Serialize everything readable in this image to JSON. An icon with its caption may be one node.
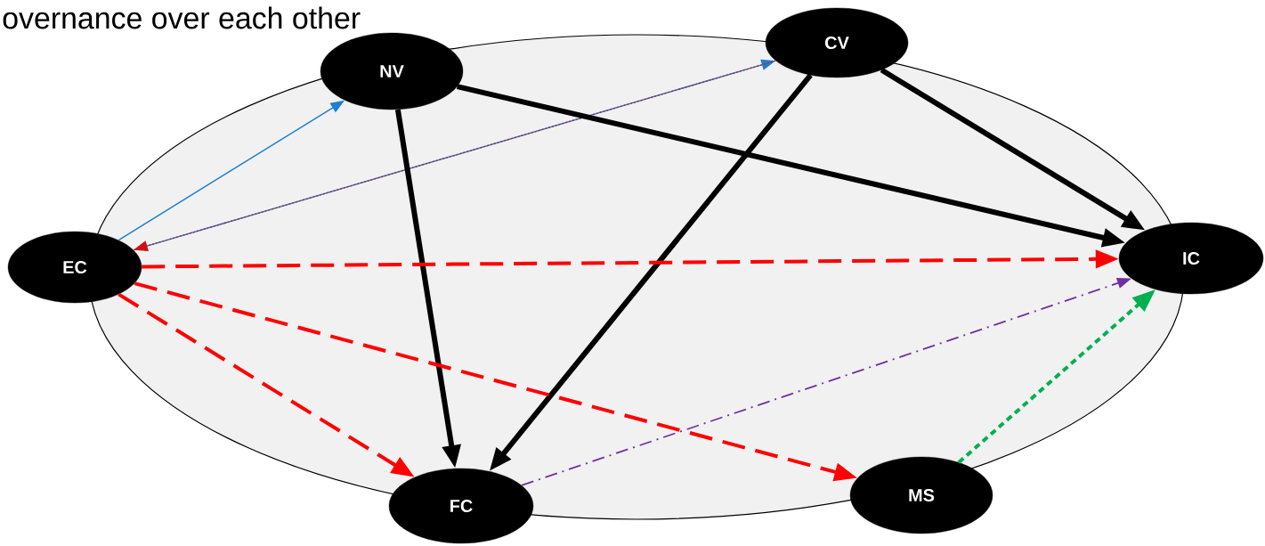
{
  "diagram": {
    "title": "overnance over each other",
    "nodes": [
      {
        "text": [
          "EC"
        ]
      },
      {
        "text": [
          "NV"
        ]
      },
      {
        "text": [
          "CV"
        ]
      },
      {
        "text": [
          "IC"
        ]
      },
      {
        "text": [
          "FC"
        ]
      },
      {
        "text": [
          "MS"
        ]
      }
    ],
    "edges": [
      {
        "from": 0,
        "to": 1,
        "arrow": "to",
        "color": "#1f7fd0"
      },
      {
        "from": 0,
        "to": 2,
        "arrow": "to",
        "color": "#1f7fd0"
      },
      {
        "from": 2,
        "to": 0,
        "arrow": "to",
        "style": "dashed",
        "color": "#d01010"
      },
      {
        "from": 1,
        "to": 4,
        "arrow": "to"
      },
      {
        "from": 1,
        "to": 3,
        "arrow": "to"
      },
      {
        "from": 2,
        "to": 4,
        "arrow": "to"
      },
      {
        "from": 2,
        "to": 3,
        "arrow": "to"
      },
      {
        "from": 0,
        "to": 3,
        "arrow": "to",
        "style": "dashed",
        "color": "#ff0000"
      },
      {
        "from": 0,
        "to": 4,
        "arrow": "to",
        "style": "dashed",
        "color": "#ff0000"
      },
      {
        "from": 0,
        "to": 5,
        "arrow": "to",
        "style": "dashed",
        "color": "#ff0000"
      },
      {
        "from": 4,
        "to": 3,
        "arrow": "to",
        "style": "dashed",
        "color": "#7030a0"
      },
      {
        "from": 5,
        "to": 3,
        "arrow": "to",
        "style": "dashed",
        "color": "#00b050"
      }
    ]
  }
}
